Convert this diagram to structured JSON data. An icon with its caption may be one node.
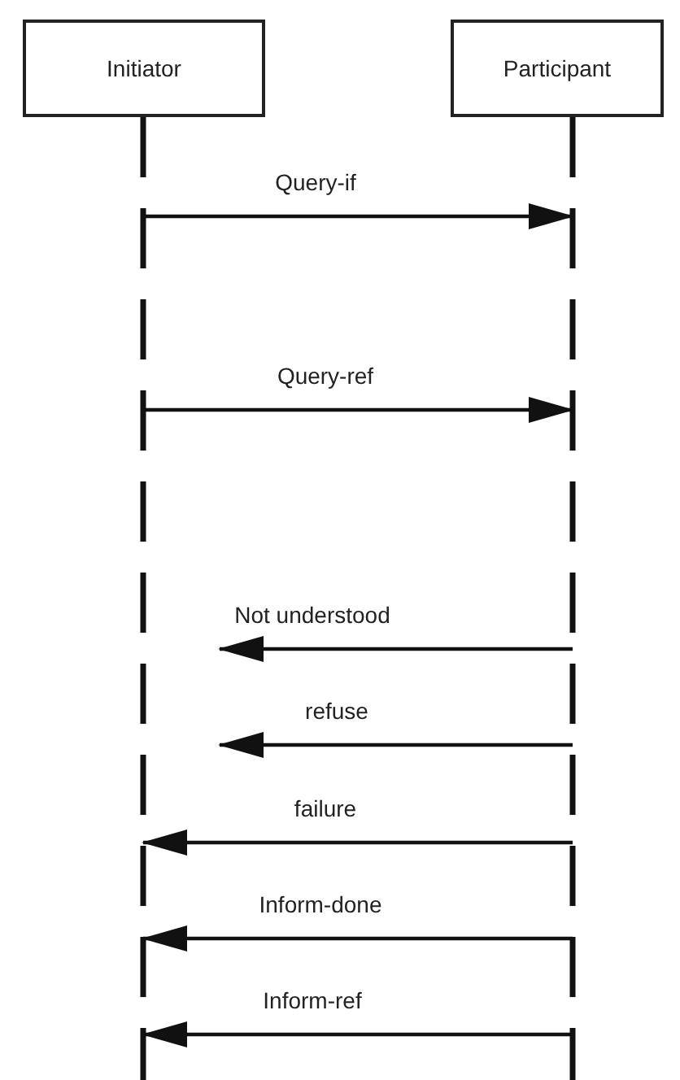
{
  "diagram": {
    "nodes": [
      {
        "text": [
          "Initiator"
        ]
      },
      {
        "text": [
          "Participant"
        ]
      }
    ],
    "edges": [
      {
        "from": 0,
        "to": 1,
        "arrow": "to",
        "label": "Query-if"
      },
      {
        "from": 0,
        "to": 1,
        "arrow": "to",
        "label": "Query-ref"
      },
      {
        "from": 1,
        "to": 0,
        "arrow": "to",
        "label": "Not understood"
      },
      {
        "from": 1,
        "to": 0,
        "arrow": "to",
        "label": "refuse"
      },
      {
        "from": 1,
        "to": 0,
        "arrow": "to",
        "label": "failure"
      },
      {
        "from": 1,
        "to": 0,
        "arrow": "to",
        "label": "Inform-done"
      },
      {
        "from": 1,
        "to": 0,
        "arrow": "to",
        "label": "Inform-ref"
      }
    ]
  }
}
